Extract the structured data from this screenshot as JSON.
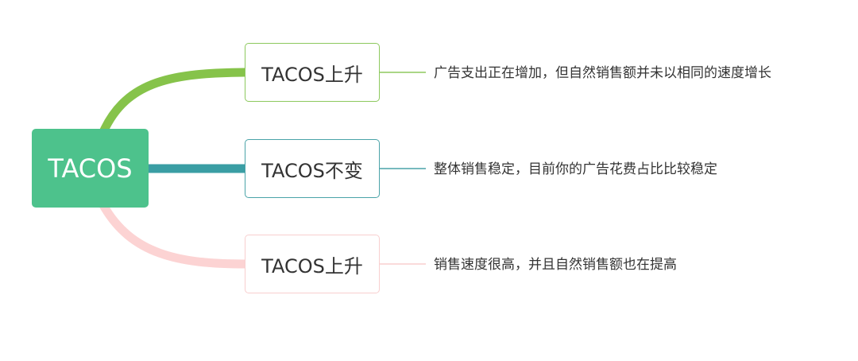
{
  "root": {
    "label": "TACOS",
    "color": "#4dc28c"
  },
  "branches": [
    {
      "label": "TACOS上升",
      "description": "广告支出正在增加，但自然销售额并未以相同的速度增长",
      "color": "#8dc95e"
    },
    {
      "label": "TACOS不变",
      "description": "整体销售稳定，目前你的广告花费占比比较稳定",
      "color": "#3a9ea4"
    },
    {
      "label": "TACOS上升",
      "description": "销售速度很高，并且自然销售额也在提高",
      "color": "#fcd3d3"
    }
  ]
}
